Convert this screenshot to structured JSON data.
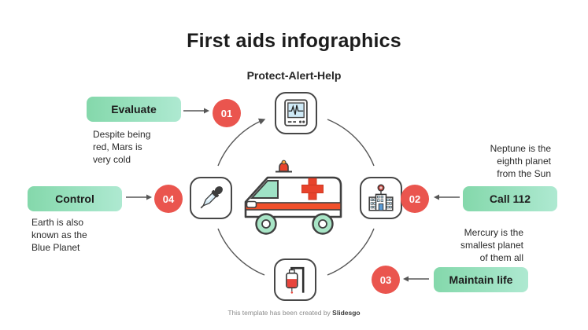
{
  "title": "First aids infographics",
  "subtitle": "Protect-Alert-Help",
  "steps": {
    "step1": {
      "number": "01",
      "label": "Evaluate",
      "description": "Despite being\nred, Mars is\nvery cold"
    },
    "step2": {
      "number": "02",
      "label": "Call 112",
      "description": "Neptune is the\neighth planet\nfrom the Sun"
    },
    "step3": {
      "number": "03",
      "label": "Maintain life",
      "description": "Mercury is the\nsmallest planet\nof them all"
    },
    "step4": {
      "number": "04",
      "label": "Control",
      "description": "Earth is also\nknown as the\nBlue Planet"
    }
  },
  "center_icons": {
    "top": "heart-monitor-icon",
    "right": "hospital-icon",
    "bottom": "iv-drip-icon",
    "left": "dropper-icon",
    "middle": "ambulance-illustration"
  },
  "colors": {
    "button_green_start": "#84d8ab",
    "button_green_end": "#aee9d1",
    "badge_red": "#ea554e",
    "cross_red": "#e8432c",
    "stripe_orange": "#f1502b",
    "mint": "#9fe2c6",
    "screen_blue": "#cfeaf7",
    "outline": "#474747"
  },
  "footer": {
    "text": "This template has been created by ",
    "brand": "Slidesgo"
  }
}
